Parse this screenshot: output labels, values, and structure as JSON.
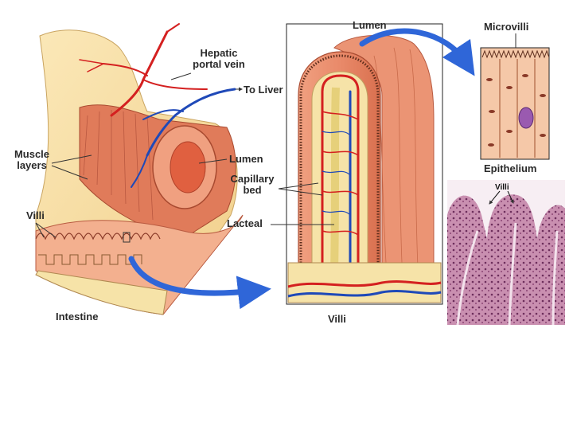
{
  "labels": {
    "hepatic_portal_vein": "Hepatic portal vein",
    "hepatic_line1": "Hepatic",
    "hepatic_line2": "portal vein",
    "to_liver": "To Liver",
    "muscle_line1": "Muscle",
    "muscle_line2": "layers",
    "villi_left": "Villi",
    "lumen_intestine": "Lumen",
    "capillary_line1": "Capillary",
    "capillary_line2": "bed",
    "lacteal": "Lacteal",
    "intestine": "Intestine",
    "lumen_top": "Lumen",
    "villi_bottom": "Villi",
    "microvilli": "Microvilli",
    "epithelium": "Epithelium",
    "villi_micrograph": "Villi"
  },
  "colors": {
    "tissue": "#e98a6a",
    "tissue_dark": "#c85a3e",
    "artery": "#d42020",
    "vein": "#1f49b8",
    "arrow": "#2f66d8",
    "fat_yellow": "#f6e3a8",
    "histology": "#b06a90"
  }
}
